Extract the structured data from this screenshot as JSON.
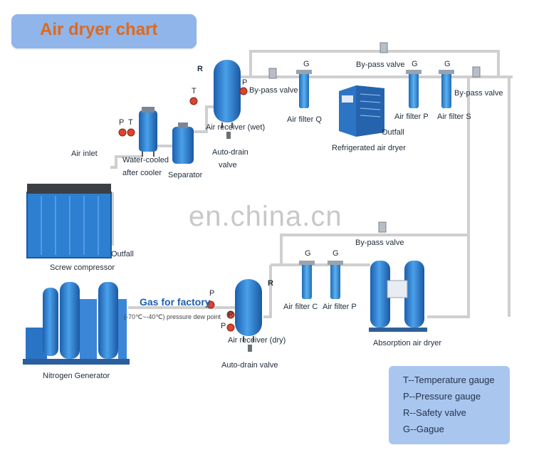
{
  "title": "Air dryer chart",
  "watermark": "en.china.cn",
  "labels": {
    "air_inlet": "Air inlet",
    "screw_compressor": "Screw compressor",
    "outfall_left": "Outfall",
    "water_cooled_1": "Water-cooled",
    "water_cooled_2": "after cooler",
    "separator": "Separator",
    "air_receiver_wet": "Air  receiver (wet)",
    "auto_drain_1": "Auto-drain",
    "auto_drain_2": "valve",
    "bypass_valve_1": "By-pass valve",
    "air_filter_q": "Air filter Q",
    "bypass_valve_top": "By-pass valve",
    "outfall_right": "Outfall",
    "refrigerated_dryer": "Refrigerated air dryer",
    "air_filter_p_top": "Air filter P",
    "air_filter_s": "Air filter S",
    "bypass_valve_right": "By-pass valve",
    "bypass_valve_lower": "By-pass valve",
    "air_filter_c": "Air filter C",
    "air_filter_p_bottom": "Air filter P",
    "absorption_dryer": "Absorption air dryer",
    "gas_for_factory": "Gas for factory",
    "dew_point": "(-70℃~-40℃) pressure dew point",
    "air_receiver_dry": "Air receiver (dry)",
    "auto_drain_valve": "Auto-drain valve",
    "nitrogen_generator": "Nitrogen Generator"
  },
  "gauge_marks": {
    "R_top": "R",
    "T_top": "T",
    "P_top": "P",
    "P_cooler": "P",
    "T_cooler": "T",
    "G_filter_q": "G",
    "G_filter_p_top": "G",
    "G_filter_s": "G",
    "G_filter_c": "G",
    "G_filter_p_bottom": "G",
    "R_bottom": "R",
    "P_bottom_1": "P",
    "P_bottom_2": "P",
    "P_bottom_3": "P"
  },
  "legend": [
    "T--Temperature gauge",
    "P--Pressure gauge",
    "R--Safety valve",
    "G--Gague"
  ],
  "colors": {
    "title_bg": "#8fb5ea",
    "title_text": "#e0691b",
    "legend_bg": "#a9c6ef",
    "equipment_blue": "#2f7fd0",
    "pipe": "#d5d5d5"
  }
}
